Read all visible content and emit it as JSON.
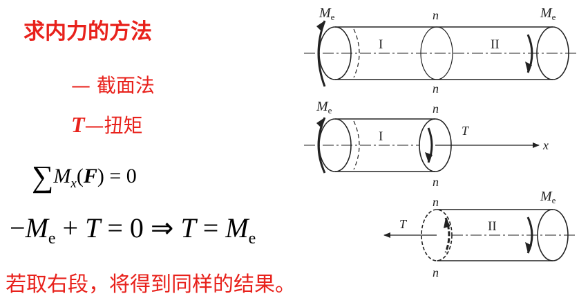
{
  "title": "求内力的方法",
  "method_line": "— 截面法",
  "torque_symbol": "T",
  "torque_text": "—扭矩",
  "equation_1": {
    "sum": "∑",
    "M": "M",
    "sub": "x",
    "open": "(",
    "F": "F",
    "close": ") = 0"
  },
  "equation_2": {
    "part1": "−",
    "M1": "M",
    "e1": "e",
    "part2": " + ",
    "T1": "T",
    "part3": " = 0 ⇒ ",
    "T2": "T",
    "part4": " = ",
    "M2": "M",
    "e2": "e"
  },
  "note": "若取右段，将得到同样的结果。",
  "diagram": {
    "top": {
      "me_left": "M",
      "me_left_sub": "e",
      "me_right": "M",
      "me_right_sub": "e",
      "n_top": "n",
      "n_bottom": "n",
      "seg_1": "I",
      "seg_2": "II"
    },
    "middle": {
      "me": "M",
      "me_sub": "e",
      "n_top": "n",
      "n_bottom": "n",
      "seg_1": "I",
      "t_label": "T",
      "x_label": "x"
    },
    "bottom": {
      "n_top": "n",
      "n_bottom": "n",
      "me": "M",
      "me_sub": "e",
      "seg_2": "II",
      "t_label": "T"
    }
  },
  "colors": {
    "heading_red": "#e8211b",
    "text_black": "#000000"
  }
}
